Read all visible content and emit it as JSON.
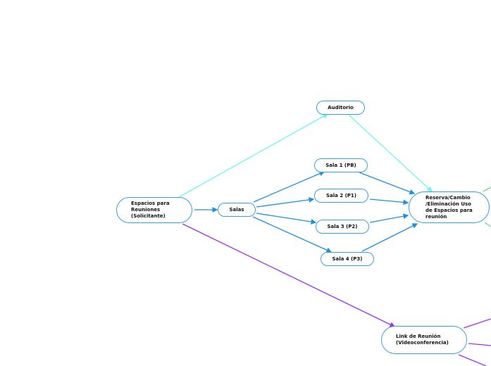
{
  "nodes": {
    "espacios": "Espacios para Reuniones (Solicitante)",
    "salas": "Salas",
    "auditorio": "Auditorio",
    "sala1": "Sala 1 (PB)",
    "sala2": "Sala 2 (P1)",
    "sala3": "Sala 3 (P2)",
    "sala4": "Sala 4 (P3)",
    "reserva": "Reserva/Cambio /Eliminación Uso de Espacios para reunión",
    "link": "Link de Reunión (Videoconferencia)"
  },
  "colors": {
    "blue": "#1e90e0",
    "cyan": "#6ff5f5",
    "purple": "#9b30f0",
    "green": "#5ee08a"
  }
}
